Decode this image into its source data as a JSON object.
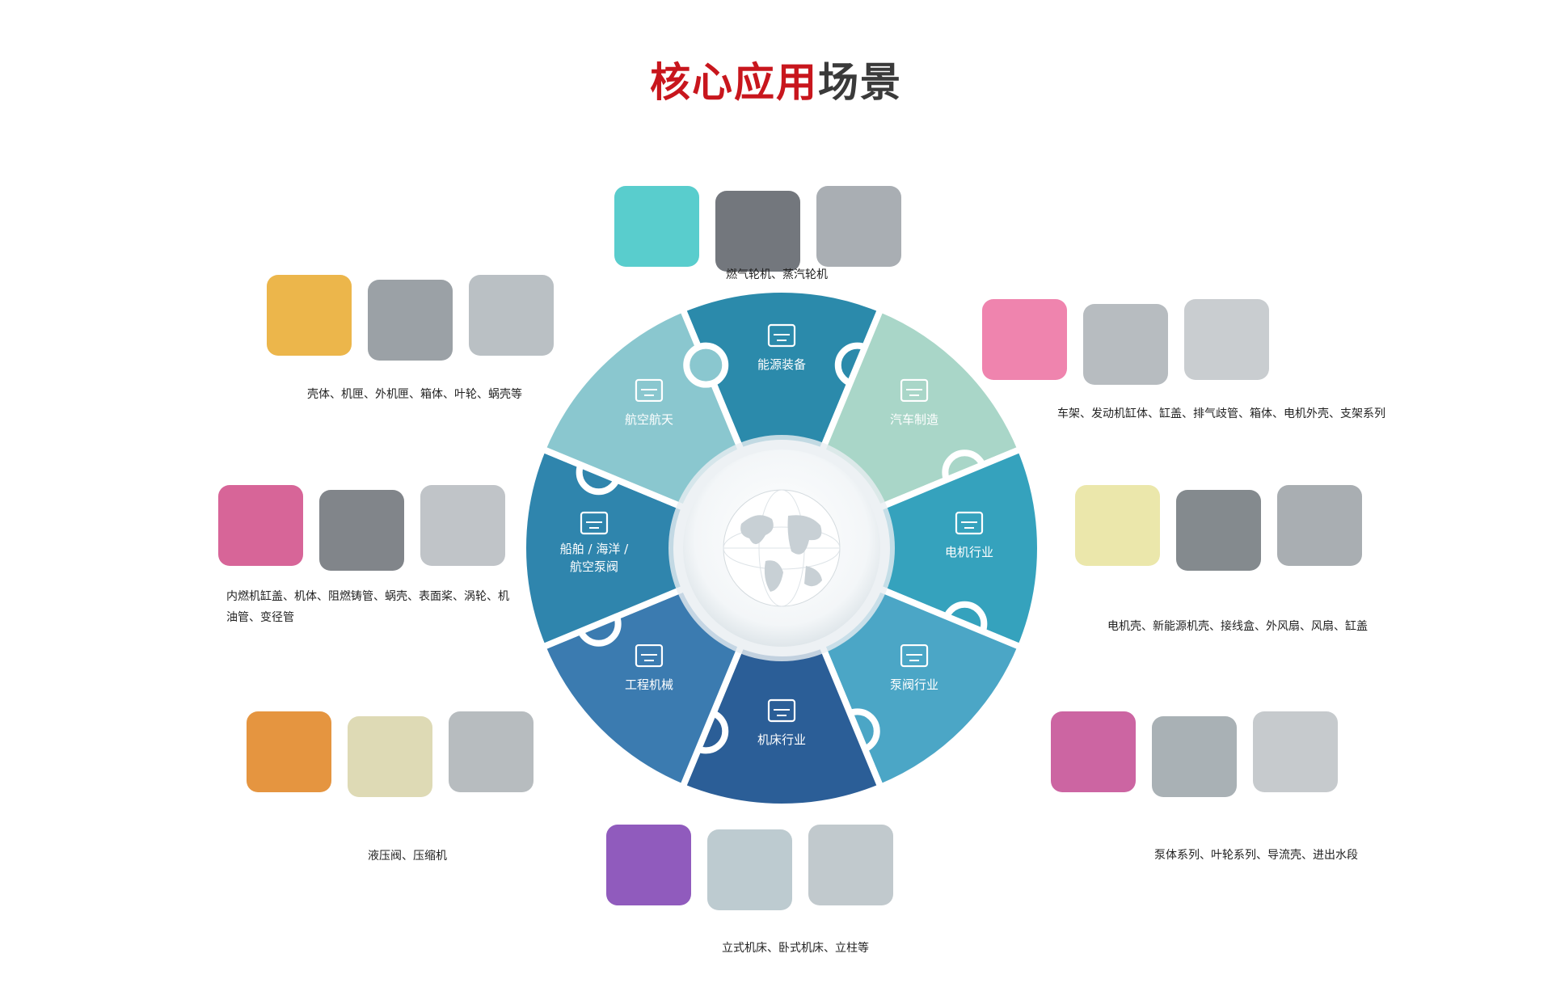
{
  "title": {
    "highlight": "核心应用",
    "rest": "场景"
  },
  "hub": {
    "icon": "globe-icon"
  },
  "sectors": [
    {
      "key": "energy",
      "label": "能源装备",
      "icon": "power-tower-icon",
      "color": "#2b8aab"
    },
    {
      "key": "auto",
      "label": "汽车制造",
      "icon": "car-icon",
      "color": "#a9d6c8"
    },
    {
      "key": "motor",
      "label": "电机行业",
      "icon": "motor-icon",
      "color": "#35a2bd"
    },
    {
      "key": "pump",
      "label": "泵阀行业",
      "icon": "valve-icon",
      "color": "#4ba6c6"
    },
    {
      "key": "machine",
      "label": "机床行业",
      "icon": "machine-tool-icon",
      "color": "#2b5e97"
    },
    {
      "key": "engineering",
      "label": "工程机械",
      "icon": "gears-icon",
      "color": "#3b7bb0"
    },
    {
      "key": "marine",
      "label_lines": [
        "船舶 / 海洋 /",
        "航空泵阀"
      ],
      "icon": "ship-icon",
      "color": "#2f85ad"
    },
    {
      "key": "aero",
      "label": "航空航天",
      "icon": "airplane-icon",
      "color": "#8ac7cf"
    }
  ],
  "applications": [
    {
      "key": "turbine",
      "caption": "燃气轮机、蒸汽轮机"
    },
    {
      "key": "housing",
      "caption": "壳体、机匣、外机匣、箱体、叶轮、蜗壳等"
    },
    {
      "key": "vehicle",
      "caption": "车架、发动机缸体、缸盖、排气歧管、箱体、电机外壳、支架系列"
    },
    {
      "key": "engine",
      "caption": "内燃机缸盖、机体、阻燃铸管、蜗壳、表面桨、涡轮、机油管、变径管"
    },
    {
      "key": "motorcase",
      "caption": "电机壳、新能源机壳、接线盒、外风扇、风扇、缸盖"
    },
    {
      "key": "hydraulic",
      "caption": "液压阀、压缩机"
    },
    {
      "key": "pumpbody",
      "caption": "泵体系列、叶轮系列、导流壳、进出水段"
    },
    {
      "key": "lathe",
      "caption": "立式机床、卧式机床、立柱等"
    }
  ]
}
